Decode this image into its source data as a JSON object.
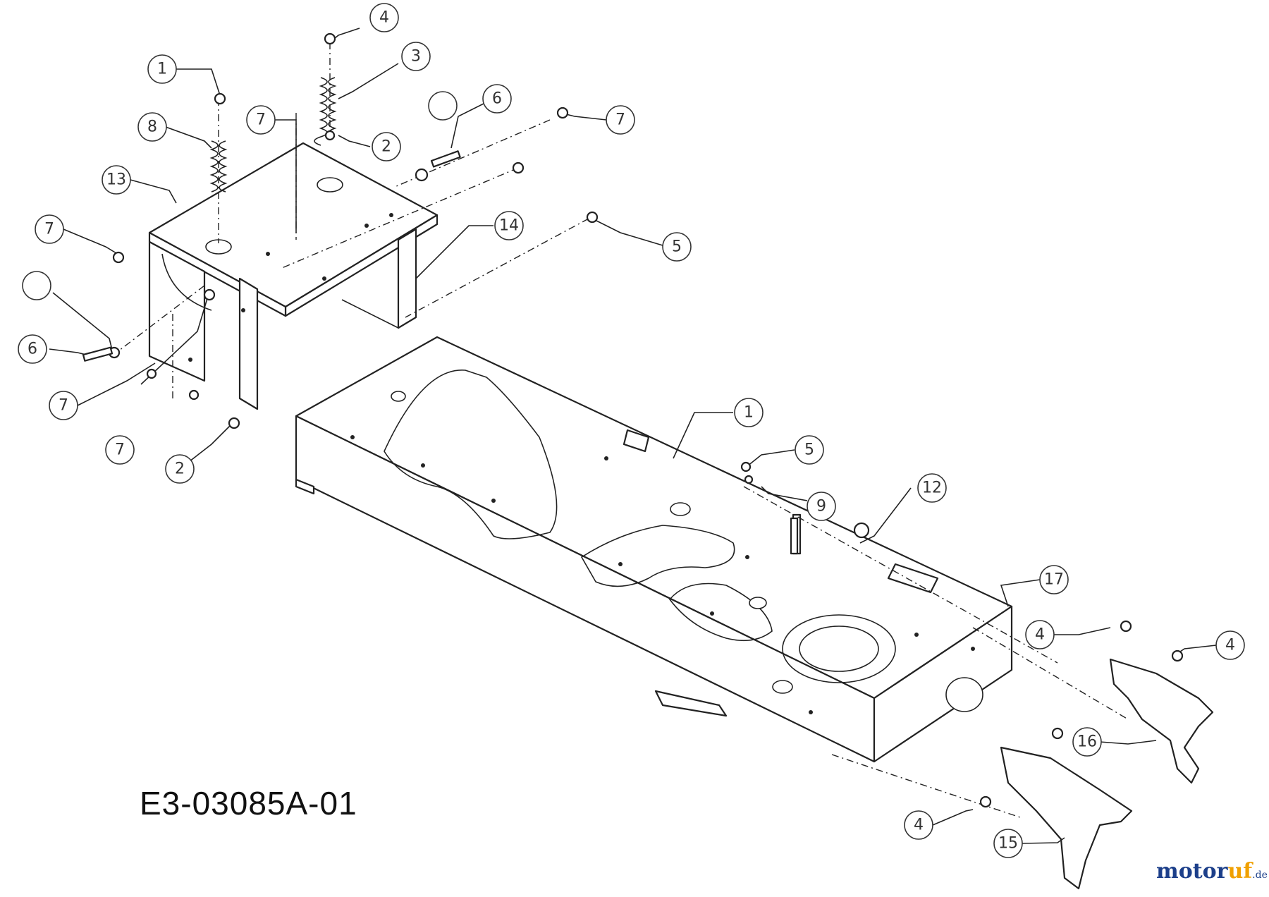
{
  "drawing_code": "E3-03085A-01",
  "brand": {
    "part1": "motor",
    "part2": "uf",
    "suffix": ".de"
  },
  "callouts": [
    {
      "id": "c-4a",
      "label": "4"
    },
    {
      "id": "c-1a",
      "label": "1"
    },
    {
      "id": "c-3",
      "label": "3"
    },
    {
      "id": "c-8",
      "label": "8"
    },
    {
      "id": "c-7top",
      "label": "7"
    },
    {
      "id": "c-2a",
      "label": "2"
    },
    {
      "id": "c-blankA",
      "label": ""
    },
    {
      "id": "c-6a",
      "label": "6"
    },
    {
      "id": "c-7b",
      "label": "7"
    },
    {
      "id": "c-13",
      "label": "13"
    },
    {
      "id": "c-7c",
      "label": "7"
    },
    {
      "id": "c-14",
      "label": "14"
    },
    {
      "id": "c-5a",
      "label": "5"
    },
    {
      "id": "c-blankB",
      "label": ""
    },
    {
      "id": "c-6b",
      "label": "6"
    },
    {
      "id": "c-7d",
      "label": "7"
    },
    {
      "id": "c-7e",
      "label": "7"
    },
    {
      "id": "c-2b",
      "label": "2"
    },
    {
      "id": "c-1b",
      "label": "1"
    },
    {
      "id": "c-5b",
      "label": "5"
    },
    {
      "id": "c-9",
      "label": "9"
    },
    {
      "id": "c-12",
      "label": "12"
    },
    {
      "id": "c-17",
      "label": "17"
    },
    {
      "id": "c-4b",
      "label": "4"
    },
    {
      "id": "c-4c",
      "label": "4"
    },
    {
      "id": "c-16",
      "label": "16"
    },
    {
      "id": "c-4d",
      "label": "4"
    },
    {
      "id": "c-15",
      "label": "15"
    }
  ]
}
